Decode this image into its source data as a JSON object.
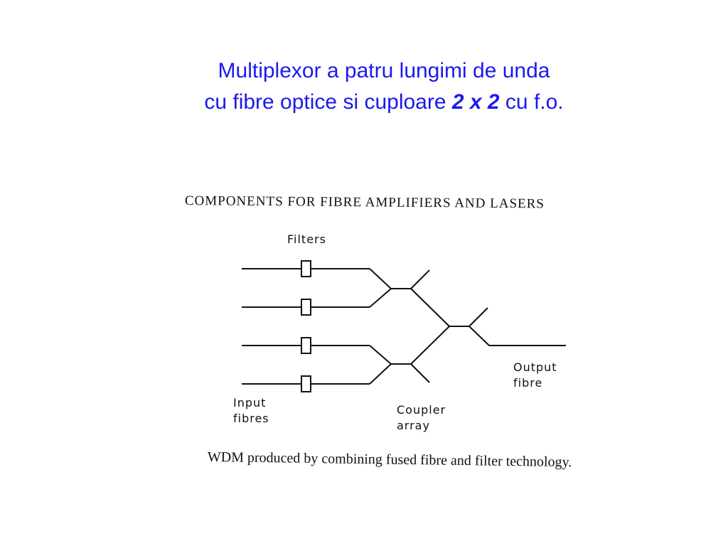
{
  "slide": {
    "title_line1": "Multiplexor  a patru lungimi de unda",
    "title_line2_pre": "cu fibre optice si cuploare ",
    "title_line2_emph": "2 x 2",
    "title_line2_post": " cu f.o.",
    "title_color": "#1a1aee"
  },
  "figure": {
    "heading": "COMPONENTS FOR FIBRE AMPLIFIERS AND LASERS",
    "caption": "WDM produced by combining fused fibre and filter technology.",
    "labels": {
      "filters": "Filters",
      "input_line1": "Input",
      "input_line2": "fibres",
      "coupler_line1": "Coupler",
      "coupler_line2": "array",
      "output_line1": "Output",
      "output_line2": "fibre"
    },
    "input_fibre_count": 4,
    "filter_count": 4,
    "coupler_count": 3
  }
}
